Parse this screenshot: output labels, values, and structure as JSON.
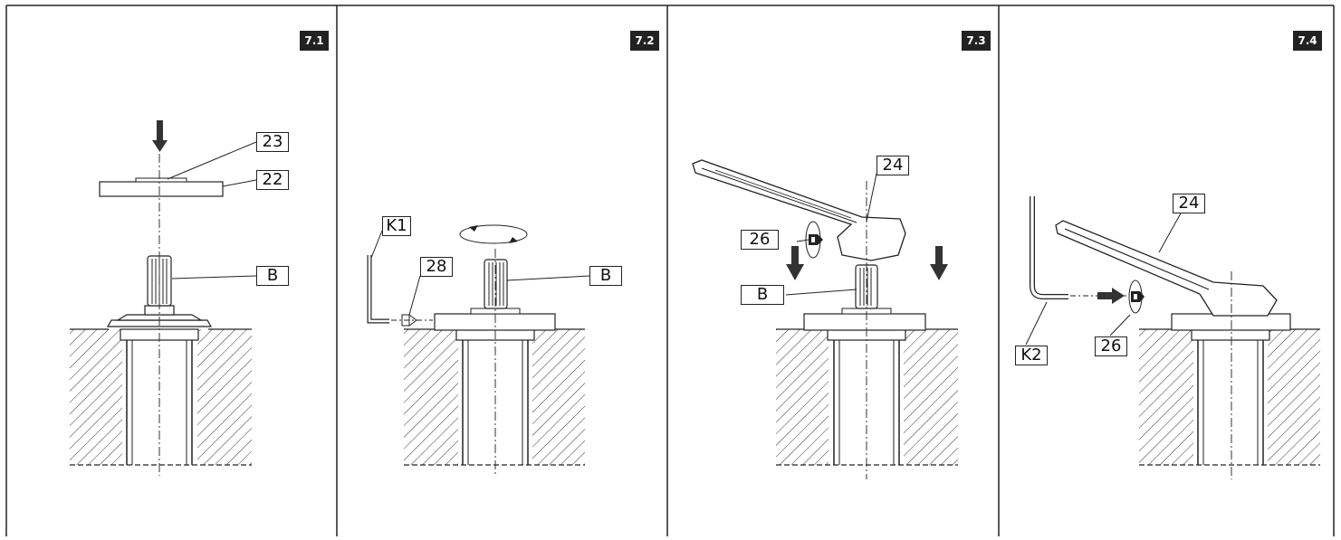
{
  "panels": [
    {
      "badge": "7.1",
      "callouts": [
        "23",
        "22",
        "B"
      ]
    },
    {
      "badge": "7.2",
      "callouts": [
        "K1",
        "28",
        "B"
      ]
    },
    {
      "badge": "7.3",
      "callouts": [
        "24",
        "26",
        "B"
      ]
    },
    {
      "badge": "7.4",
      "callouts": [
        "24",
        "K2",
        "26"
      ]
    }
  ],
  "colors": {
    "line": "#222222",
    "arrow": "#333333",
    "background": "#ffffff"
  }
}
